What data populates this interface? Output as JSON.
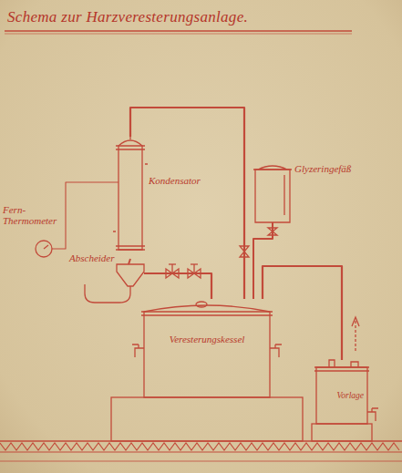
{
  "diagram": {
    "title": "Schema zur Harzveresterungsanlage.",
    "nodes": [
      {
        "text": [
          "Fern-Thermometer"
        ]
      },
      {
        "text": [
          "Kondensator"
        ]
      },
      {
        "text": [
          "Abscheider"
        ]
      },
      {
        "text": [
          "Glyzeringefäß"
        ]
      },
      {
        "text": [
          "Veresterungskessel"
        ]
      },
      {
        "text": [
          "Vorlage"
        ]
      }
    ],
    "edges": [
      {
        "from": 0,
        "to": 1,
        "arrow": "none"
      },
      {
        "from": 1,
        "to": 2,
        "arrow": "none"
      },
      {
        "from": 4,
        "to": 1,
        "arrow": "none"
      },
      {
        "from": 2,
        "to": 4,
        "arrow": "none"
      },
      {
        "from": 3,
        "to": 4,
        "arrow": "none"
      },
      {
        "from": 4,
        "to": 5,
        "arrow": "none"
      }
    ]
  }
}
